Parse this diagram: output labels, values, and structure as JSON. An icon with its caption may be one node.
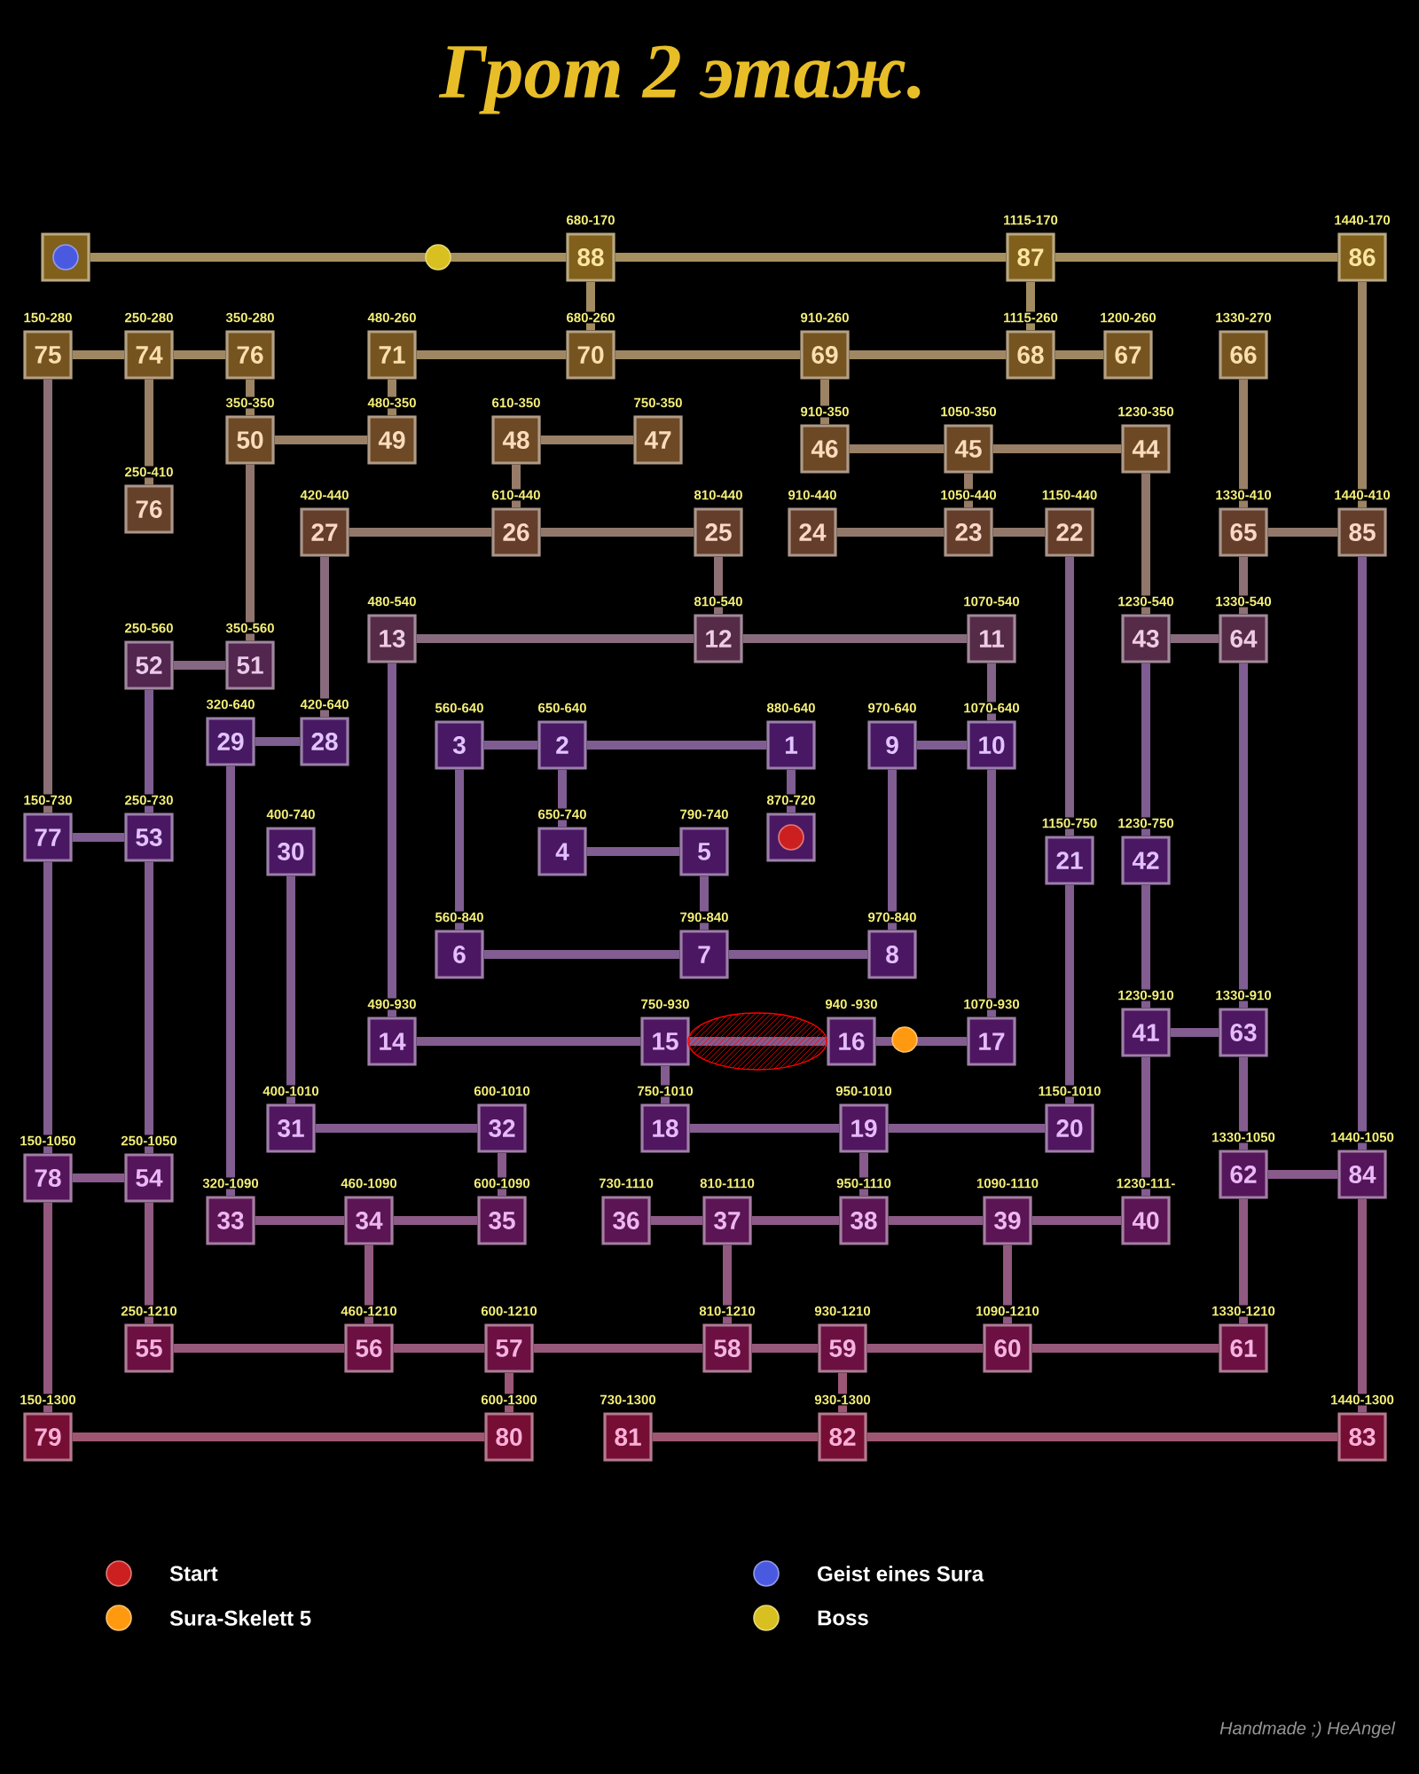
{
  "diagram": {
    "title": "Грот 2 этаж.",
    "nodes": [
      {
        "text": [],
        "shape": "box"
      },
      {
        "text": [
          "88"
        ],
        "beside": [
          "680-170"
        ]
      },
      {
        "text": [
          "87"
        ],
        "beside": [
          "1115-170"
        ]
      },
      {
        "text": [
          "86"
        ],
        "beside": [
          "1440-170"
        ]
      },
      {
        "text": [
          "75"
        ],
        "beside": [
          "150-280"
        ]
      },
      {
        "text": [
          "74"
        ],
        "beside": [
          "250-280"
        ]
      },
      {
        "text": [
          "76"
        ],
        "beside": [
          "350-280"
        ]
      },
      {
        "text": [
          "71"
        ],
        "beside": [
          "480-260"
        ]
      },
      {
        "text": [
          "70"
        ],
        "beside": [
          "680-260"
        ]
      },
      {
        "text": [
          "69"
        ],
        "beside": [
          "910-260"
        ]
      },
      {
        "text": [
          "68"
        ],
        "beside": [
          "1115-260"
        ]
      },
      {
        "text": [
          "67"
        ],
        "beside": [
          "1200-260"
        ]
      },
      {
        "text": [
          "66"
        ],
        "beside": [
          "1330-270"
        ]
      },
      {
        "text": [
          "50"
        ],
        "beside": [
          "350-350"
        ]
      },
      {
        "text": [
          "49"
        ],
        "beside": [
          "480-350"
        ]
      },
      {
        "text": [
          "48"
        ],
        "beside": [
          "610-350"
        ]
      },
      {
        "text": [
          "47"
        ],
        "beside": [
          "750-350"
        ]
      },
      {
        "text": [
          "46"
        ],
        "beside": [
          "910-350"
        ]
      },
      {
        "text": [
          "45"
        ],
        "beside": [
          "1050-350"
        ]
      },
      {
        "text": [
          "44"
        ],
        "beside": [
          "1230-350"
        ]
      },
      {
        "text": [
          "76"
        ],
        "beside": [
          "250-410"
        ]
      },
      {
        "text": [
          "27"
        ],
        "beside": [
          "420-440"
        ]
      },
      {
        "text": [
          "26"
        ],
        "beside": [
          "610-440"
        ]
      },
      {
        "text": [
          "25"
        ],
        "beside": [
          "810-440"
        ]
      },
      {
        "text": [
          "24"
        ],
        "beside": [
          "910-440"
        ]
      },
      {
        "text": [
          "23"
        ],
        "beside": [
          "1050-440"
        ]
      },
      {
        "text": [
          "22"
        ],
        "beside": [
          "1150-440"
        ]
      },
      {
        "text": [
          "65"
        ],
        "beside": [
          "1330-410"
        ]
      },
      {
        "text": [
          "85"
        ],
        "beside": [
          "1440-410"
        ]
      },
      {
        "text": [
          "13"
        ],
        "beside": [
          "480-540"
        ]
      },
      {
        "text": [
          "12"
        ],
        "beside": [
          "810-540"
        ]
      },
      {
        "text": [
          "11"
        ],
        "beside": [
          "1070-540"
        ]
      },
      {
        "text": [
          "43"
        ],
        "beside": [
          "1230-540"
        ]
      },
      {
        "text": [
          "64"
        ],
        "beside": [
          "1330-540"
        ]
      },
      {
        "text": [
          "52"
        ],
        "beside": [
          "250-560"
        ]
      },
      {
        "text": [
          "51"
        ],
        "beside": [
          "350-560"
        ]
      },
      {
        "text": [
          "29"
        ],
        "beside": [
          "320-640"
        ]
      },
      {
        "text": [
          "28"
        ],
        "beside": [
          "420-640"
        ]
      },
      {
        "text": [
          "3"
        ],
        "beside": [
          "560-640"
        ]
      },
      {
        "text": [
          "2"
        ],
        "beside": [
          "650-640"
        ]
      },
      {
        "text": [
          "1"
        ],
        "beside": [
          "880-640"
        ]
      },
      {
        "text": [
          "9"
        ],
        "beside": [
          "970-640"
        ]
      },
      {
        "text": [
          "10"
        ],
        "beside": [
          "1070-640"
        ]
      },
      {
        "text": [
          "77"
        ],
        "beside": [
          "150-730"
        ]
      },
      {
        "text": [
          "53"
        ],
        "beside": [
          "250-730"
        ]
      },
      {
        "text": [
          "30"
        ],
        "beside": [
          "400-740"
        ]
      },
      {
        "text": [
          "4"
        ],
        "beside": [
          "650-740"
        ]
      },
      {
        "text": [
          "5"
        ],
        "beside": [
          "790-740"
        ]
      },
      {
        "text": [],
        "shape": "box",
        "beside": [
          "870-720"
        ]
      },
      {
        "text": [
          "21"
        ],
        "beside": [
          "1150-750"
        ]
      },
      {
        "text": [
          "42"
        ],
        "beside": [
          "1230-750"
        ]
      },
      {
        "text": [
          "6"
        ],
        "beside": [
          "560-840"
        ]
      },
      {
        "text": [
          "7"
        ],
        "beside": [
          "790-840"
        ]
      },
      {
        "text": [
          "8"
        ],
        "beside": [
          "970-840"
        ]
      },
      {
        "text": [
          "14"
        ],
        "beside": [
          "490-930"
        ]
      },
      {
        "text": [
          "15"
        ],
        "beside": [
          "750-930"
        ]
      },
      {
        "text": [
          "16"
        ],
        "beside": [
          "940 -930"
        ]
      },
      {
        "text": [
          "17"
        ],
        "beside": [
          "1070-930"
        ]
      },
      {
        "text": [
          "41"
        ],
        "beside": [
          "1230-910"
        ]
      },
      {
        "text": [
          "63"
        ],
        "beside": [
          "1330-910"
        ]
      },
      {
        "text": [
          "31"
        ],
        "beside": [
          "400-1010"
        ]
      },
      {
        "text": [
          "32"
        ],
        "beside": [
          "600-1010"
        ]
      },
      {
        "text": [
          "18"
        ],
        "beside": [
          "750-1010"
        ]
      },
      {
        "text": [
          "19"
        ],
        "beside": [
          "950-1010"
        ]
      },
      {
        "text": [
          "20"
        ],
        "beside": [
          "1150-1010"
        ]
      },
      {
        "text": [
          "78"
        ],
        "beside": [
          "150-1050"
        ]
      },
      {
        "text": [
          "54"
        ],
        "beside": [
          "250-1050"
        ]
      },
      {
        "text": [
          "62"
        ],
        "beside": [
          "1330-1050"
        ]
      },
      {
        "text": [
          "84"
        ],
        "beside": [
          "1440-1050"
        ]
      },
      {
        "text": [
          "33"
        ],
        "beside": [
          "320-1090"
        ]
      },
      {
        "text": [
          "34"
        ],
        "beside": [
          "460-1090"
        ]
      },
      {
        "text": [
          "35"
        ],
        "beside": [
          "600-1090"
        ]
      },
      {
        "text": [
          "36"
        ],
        "beside": [
          "730-1110"
        ]
      },
      {
        "text": [
          "37"
        ],
        "beside": [
          "810-1110"
        ]
      },
      {
        "text": [
          "38"
        ],
        "beside": [
          "950-1110"
        ]
      },
      {
        "text": [
          "39"
        ],
        "beside": [
          "1090-1110"
        ]
      },
      {
        "text": [
          "40"
        ],
        "beside": [
          "1230-111-"
        ]
      },
      {
        "text": [
          "55"
        ],
        "beside": [
          "250-1210"
        ]
      },
      {
        "text": [
          "56"
        ],
        "beside": [
          "460-1210"
        ]
      },
      {
        "text": [
          "57"
        ],
        "beside": [
          "600-1210"
        ]
      },
      {
        "text": [
          "58"
        ],
        "beside": [
          "810-1210"
        ]
      },
      {
        "text": [
          "59"
        ],
        "beside": [
          "930-1210"
        ]
      },
      {
        "text": [
          "60"
        ],
        "beside": [
          "1090-1210"
        ]
      },
      {
        "text": [
          "61"
        ],
        "beside": [
          "1330-1210"
        ]
      },
      {
        "text": [
          "79"
        ],
        "beside": [
          "150-1300"
        ]
      },
      {
        "text": [
          "80"
        ],
        "beside": [
          "600-1300"
        ]
      },
      {
        "text": [
          "81"
        ],
        "beside": [
          "730-1300"
        ]
      },
      {
        "text": [
          "82"
        ],
        "beside": [
          "930-1300"
        ]
      },
      {
        "text": [
          "83"
        ],
        "beside": [
          "1440-1300"
        ]
      }
    ],
    "edges": [
      {
        "from": 0,
        "to": 1,
        "arrow": "none"
      },
      {
        "from": 1,
        "to": 2,
        "arrow": "none"
      },
      {
        "from": 2,
        "to": 3,
        "arrow": "none"
      },
      {
        "from": 1,
        "to": 8,
        "arrow": "none"
      },
      {
        "from": 2,
        "to": 10,
        "arrow": "none"
      },
      {
        "from": 4,
        "to": 5,
        "arrow": "none"
      },
      {
        "from": 5,
        "to": 6,
        "arrow": "none"
      },
      {
        "from": 4,
        "to": 43,
        "arrow": "none"
      },
      {
        "from": 43,
        "to": 65,
        "arrow": "none"
      },
      {
        "from": 65,
        "to": 84,
        "arrow": "none"
      },
      {
        "from": 5,
        "to": 20,
        "arrow": "none"
      },
      {
        "from": 6,
        "to": 13,
        "arrow": "none"
      },
      {
        "from": 13,
        "to": 14,
        "arrow": "none"
      },
      {
        "from": 14,
        "to": 7,
        "arrow": "none"
      },
      {
        "from": 13,
        "to": 35,
        "arrow": "none"
      },
      {
        "from": 7,
        "to": 8,
        "arrow": "none"
      },
      {
        "from": 8,
        "to": 9,
        "arrow": "none"
      },
      {
        "from": 9,
        "to": 10,
        "arrow": "none"
      },
      {
        "from": 10,
        "to": 11,
        "arrow": "none"
      },
      {
        "from": 9,
        "to": 17,
        "arrow": "none"
      },
      {
        "from": 17,
        "to": 18,
        "arrow": "none"
      },
      {
        "from": 18,
        "to": 19,
        "arrow": "none"
      },
      {
        "from": 18,
        "to": 25,
        "arrow": "none"
      },
      {
        "from": 15,
        "to": 16,
        "arrow": "none"
      },
      {
        "from": 15,
        "to": 22,
        "arrow": "none"
      },
      {
        "from": 12,
        "to": 27,
        "arrow": "none"
      },
      {
        "from": 3,
        "to": 28,
        "arrow": "none"
      },
      {
        "from": 27,
        "to": 28,
        "arrow": "none"
      },
      {
        "from": 27,
        "to": 33,
        "arrow": "none"
      },
      {
        "from": 21,
        "to": 22,
        "arrow": "none"
      },
      {
        "from": 22,
        "to": 23,
        "arrow": "none"
      },
      {
        "from": 21,
        "to": 37,
        "arrow": "none"
      },
      {
        "from": 23,
        "to": 30,
        "arrow": "none"
      },
      {
        "from": 24,
        "to": 25,
        "arrow": "none"
      },
      {
        "from": 25,
        "to": 26,
        "arrow": "none"
      },
      {
        "from": 26,
        "to": 49,
        "arrow": "none"
      },
      {
        "from": 49,
        "to": 64,
        "arrow": "none"
      },
      {
        "from": 19,
        "to": 32,
        "arrow": "none"
      },
      {
        "from": 32,
        "to": 33,
        "arrow": "none"
      },
      {
        "from": 32,
        "to": 50,
        "arrow": "none"
      },
      {
        "from": 50,
        "to": 58,
        "arrow": "none"
      },
      {
        "from": 58,
        "to": 59,
        "arrow": "none"
      },
      {
        "from": 58,
        "to": 76,
        "arrow": "none"
      },
      {
        "from": 33,
        "to": 59,
        "arrow": "none"
      },
      {
        "from": 59,
        "to": 67,
        "arrow": "none"
      },
      {
        "from": 67,
        "to": 68,
        "arrow": "none"
      },
      {
        "from": 67,
        "to": 83,
        "arrow": "none"
      },
      {
        "from": 28,
        "to": 68,
        "arrow": "none"
      },
      {
        "from": 68,
        "to": 88,
        "arrow": "none"
      },
      {
        "from": 29,
        "to": 30,
        "arrow": "none"
      },
      {
        "from": 30,
        "to": 31,
        "arrow": "none"
      },
      {
        "from": 29,
        "to": 54,
        "arrow": "none"
      },
      {
        "from": 31,
        "to": 42,
        "arrow": "none"
      },
      {
        "from": 42,
        "to": 41,
        "arrow": "none"
      },
      {
        "from": 42,
        "to": 57,
        "arrow": "none"
      },
      {
        "from": 41,
        "to": 53,
        "arrow": "none"
      },
      {
        "from": 34,
        "to": 35,
        "arrow": "none"
      },
      {
        "from": 34,
        "to": 44,
        "arrow": "none"
      },
      {
        "from": 43,
        "to": 44,
        "arrow": "none"
      },
      {
        "from": 44,
        "to": 66,
        "arrow": "none"
      },
      {
        "from": 66,
        "to": 65,
        "arrow": "none"
      },
      {
        "from": 66,
        "to": 77,
        "arrow": "none"
      },
      {
        "from": 36,
        "to": 37,
        "arrow": "none"
      },
      {
        "from": 36,
        "to": 69,
        "arrow": "none"
      },
      {
        "from": 38,
        "to": 39,
        "arrow": "none"
      },
      {
        "from": 39,
        "to": 40,
        "arrow": "none"
      },
      {
        "from": 39,
        "to": 46,
        "arrow": "none"
      },
      {
        "from": 46,
        "to": 47,
        "arrow": "none"
      },
      {
        "from": 38,
        "to": 51,
        "arrow": "none"
      },
      {
        "from": 51,
        "to": 52,
        "arrow": "none"
      },
      {
        "from": 47,
        "to": 52,
        "arrow": "none"
      },
      {
        "from": 52,
        "to": 53,
        "arrow": "none"
      },
      {
        "from": 40,
        "to": 48,
        "arrow": "none"
      },
      {
        "from": 45,
        "to": 60,
        "arrow": "none"
      },
      {
        "from": 60,
        "to": 61,
        "arrow": "none"
      },
      {
        "from": 61,
        "to": 71,
        "arrow": "none"
      },
      {
        "from": 69,
        "to": 70,
        "arrow": "none"
      },
      {
        "from": 70,
        "to": 71,
        "arrow": "none"
      },
      {
        "from": 70,
        "to": 78,
        "arrow": "none"
      },
      {
        "from": 54,
        "to": 55,
        "arrow": "none"
      },
      {
        "from": 55,
        "to": 56,
        "arrow": "none"
      },
      {
        "from": 56,
        "to": 57,
        "arrow": "none"
      },
      {
        "from": 55,
        "to": 62,
        "arrow": "none"
      },
      {
        "from": 62,
        "to": 63,
        "arrow": "none"
      },
      {
        "from": 63,
        "to": 64,
        "arrow": "none"
      },
      {
        "from": 63,
        "to": 74,
        "arrow": "none"
      },
      {
        "from": 72,
        "to": 73,
        "arrow": "none"
      },
      {
        "from": 73,
        "to": 74,
        "arrow": "none"
      },
      {
        "from": 74,
        "to": 75,
        "arrow": "none"
      },
      {
        "from": 75,
        "to": 76,
        "arrow": "none"
      },
      {
        "from": 73,
        "to": 80,
        "arrow": "none"
      },
      {
        "from": 75,
        "to": 82,
        "arrow": "none"
      },
      {
        "from": 77,
        "to": 78,
        "arrow": "none"
      },
      {
        "from": 78,
        "to": 79,
        "arrow": "none"
      },
      {
        "from": 79,
        "to": 80,
        "arrow": "none"
      },
      {
        "from": 80,
        "to": 81,
        "arrow": "none"
      },
      {
        "from": 81,
        "to": 82,
        "arrow": "none"
      },
      {
        "from": 82,
        "to": 83,
        "arrow": "none"
      },
      {
        "from": 79,
        "to": 85,
        "arrow": "none"
      },
      {
        "from": 84,
        "to": 85,
        "arrow": "none"
      },
      {
        "from": 86,
        "to": 87,
        "arrow": "none"
      },
      {
        "from": 87,
        "to": 88,
        "arrow": "none"
      },
      {
        "from": 81,
        "to": 87,
        "arrow": "none"
      }
    ],
    "labels": [
      "Handmade ;) HeAngel"
    ],
    "legend": [
      {
        "text": "Start",
        "color": "#cc2020"
      },
      {
        "text": "Geist eines Sura",
        "color": "#4a5ae0"
      },
      {
        "text": "Sura-Skelett 5",
        "color": "#ff9a10"
      },
      {
        "text": "Boss",
        "color": "#d8c020"
      }
    ]
  }
}
